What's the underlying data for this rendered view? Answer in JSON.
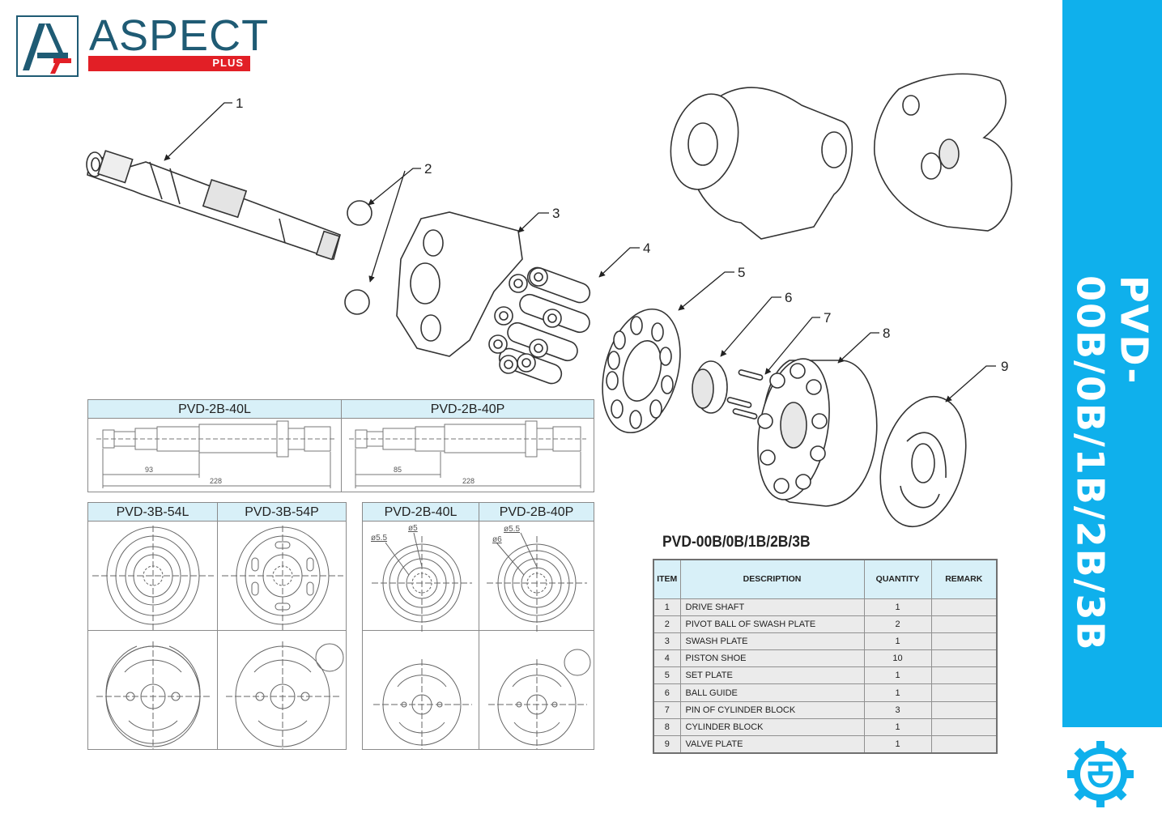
{
  "brand": {
    "name": "ASPECT",
    "sub": "PLUS",
    "colors": {
      "primary": "#1f5b74",
      "accent": "#e21f26",
      "band": "#0fb0ec"
    }
  },
  "side_title": "PVD-00B/0B/1B/2B/3B",
  "side_logo": "gear-logo-icon",
  "callouts": [
    "1",
    "2",
    "3",
    "4",
    "5",
    "6",
    "7",
    "8",
    "9"
  ],
  "shaft_table": {
    "columns": [
      {
        "title": "PVD-2B-40L",
        "dim_short": "93",
        "dim_long": "228"
      },
      {
        "title": "PVD-2B-40P",
        "dim_short": "85",
        "dim_long": "228"
      }
    ]
  },
  "valve_table_left": {
    "columns": [
      "PVD-3B-54L",
      "PVD-3B-54P"
    ]
  },
  "valve_table_right": {
    "columns": [
      "PVD-2B-40L",
      "PVD-2B-40P"
    ],
    "annotations": [
      {
        "a": "ø5",
        "b": "ø5.5"
      },
      {
        "a": "ø5.5",
        "b": "ø6"
      }
    ]
  },
  "parts": {
    "title": "PVD-00B/0B/1B/2B/3B",
    "headers": [
      "ITEM",
      "DESCRIPTION",
      "QUANTITY",
      "REMARK"
    ],
    "rows": [
      {
        "item": "1",
        "description": "DRIVE SHAFT",
        "quantity": "1",
        "remark": ""
      },
      {
        "item": "2",
        "description": "PIVOT BALL OF SWASH PLATE",
        "quantity": "2",
        "remark": ""
      },
      {
        "item": "3",
        "description": "SWASH PLATE",
        "quantity": "1",
        "remark": ""
      },
      {
        "item": "4",
        "description": "PISTON SHOE",
        "quantity": "10",
        "remark": ""
      },
      {
        "item": "5",
        "description": "SET PLATE",
        "quantity": "1",
        "remark": ""
      },
      {
        "item": "6",
        "description": "BALL GUIDE",
        "quantity": "1",
        "remark": ""
      },
      {
        "item": "7",
        "description": "PIN OF CYLINDER BLOCK",
        "quantity": "3",
        "remark": ""
      },
      {
        "item": "8",
        "description": "CYLINDER BLOCK",
        "quantity": "1",
        "remark": ""
      },
      {
        "item": "9",
        "description": "VALVE PLATE",
        "quantity": "1",
        "remark": ""
      }
    ]
  }
}
